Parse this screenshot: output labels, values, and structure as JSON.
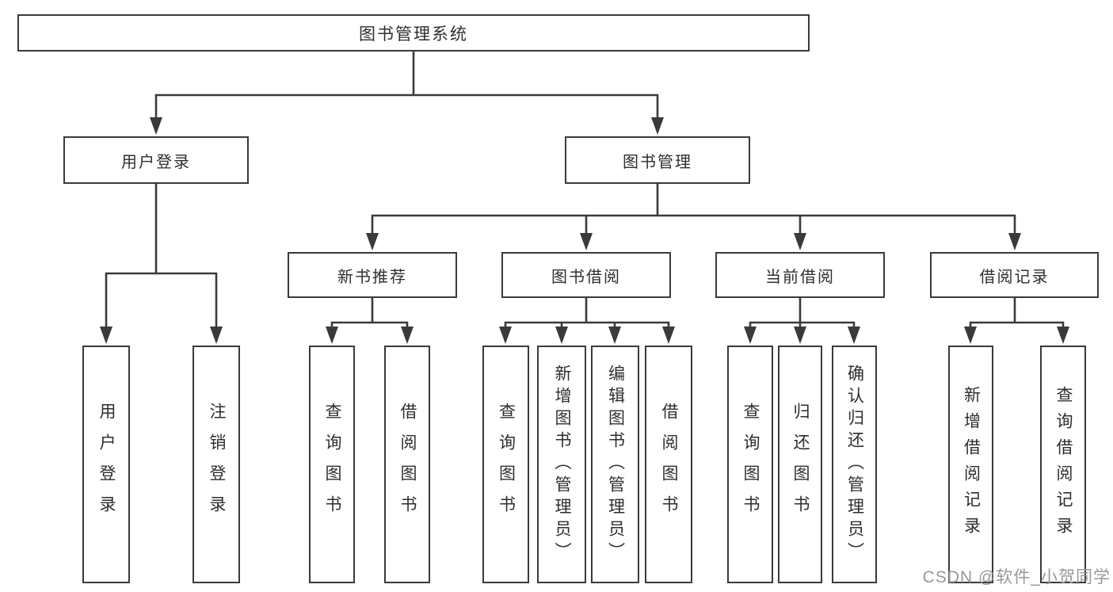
{
  "colors": {
    "line": "#3a3a3a",
    "box_border": "#3a3a3a",
    "text": "#2e2e2e",
    "background": "#ffffff",
    "watermark_text": "#98989b"
  },
  "diagram": {
    "root": "图书管理系统",
    "level2": {
      "user_login": "用户登录",
      "book_management": "图书管理"
    },
    "level3": {
      "new_book_recommend": "新书推荐",
      "book_borrow": "图书借阅",
      "current_borrow": "当前借阅",
      "borrow_record": "借阅记录"
    },
    "leaves": {
      "user_login": "用户登录",
      "logout": "注销登录",
      "recommend_query_book": "查询图书",
      "recommend_borrow_book": "借阅图书",
      "borrow_query_book": "查询图书",
      "borrow_add_book": "新增图书（管理员）",
      "borrow_edit_book": "编辑图书（管理员）",
      "borrow_borrow_book": "借阅图书",
      "current_query_book": "查询图书",
      "current_return_book": "归还图书",
      "current_confirm_return": "确认归还（管理员）",
      "record_add": "新增借阅记录",
      "record_query": "查询借阅记录"
    }
  },
  "watermark": "CSDN @软件_小贺同学"
}
